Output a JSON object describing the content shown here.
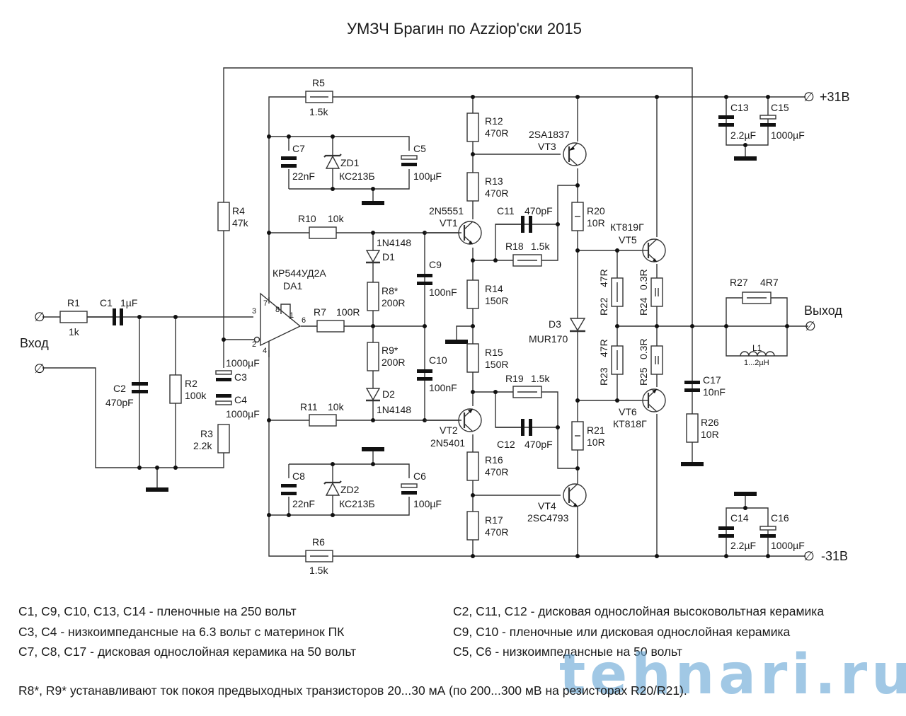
{
  "title": "УМЗЧ  Брагин  по  Azziop'ски  2015",
  "terminals": {
    "input": "Вход",
    "output": "Выход",
    "vplus": "+31В",
    "vminus": "-31В"
  },
  "opamp": {
    "ref": "DA1",
    "part": "КР544УД2А",
    "pins": {
      "p7": "7",
      "p8": "8",
      "p1": "1",
      "p3": "3",
      "p2": "2",
      "p6": "6",
      "p4": "4"
    }
  },
  "resistors": {
    "R1": {
      "ref": "R1",
      "value": "1k"
    },
    "R2": {
      "ref": "R2",
      "value": "100k"
    },
    "R3": {
      "ref": "R3",
      "value": "2.2k"
    },
    "R4": {
      "ref": "R4",
      "value": "47k"
    },
    "R5": {
      "ref": "R5",
      "value": "1.5k"
    },
    "R6": {
      "ref": "R6",
      "value": "1.5k"
    },
    "R7": {
      "ref": "R7",
      "value": "100R"
    },
    "R8": {
      "ref": "R8*",
      "value": "200R"
    },
    "R9": {
      "ref": "R9*",
      "value": "200R"
    },
    "R10": {
      "ref": "R10",
      "value": "10k"
    },
    "R11": {
      "ref": "R11",
      "value": "10k"
    },
    "R12": {
      "ref": "R12",
      "value": "470R"
    },
    "R13": {
      "ref": "R13",
      "value": "470R"
    },
    "R14": {
      "ref": "R14",
      "value": "150R"
    },
    "R15": {
      "ref": "R15",
      "value": "150R"
    },
    "R16": {
      "ref": "R16",
      "value": "470R"
    },
    "R17": {
      "ref": "R17",
      "value": "470R"
    },
    "R18": {
      "ref": "R18",
      "value": "1.5k"
    },
    "R19": {
      "ref": "R19",
      "value": "1.5k"
    },
    "R20": {
      "ref": "R20",
      "value": "10R"
    },
    "R21": {
      "ref": "R21",
      "value": "10R"
    },
    "R22": {
      "ref": "R22",
      "value": "47R"
    },
    "R23": {
      "ref": "R23",
      "value": "47R"
    },
    "R24": {
      "ref": "R24",
      "value": "0.3R"
    },
    "R25": {
      "ref": "R25",
      "value": "0.3R"
    },
    "R26": {
      "ref": "R26",
      "value": "10R"
    },
    "R27": {
      "ref": "R27",
      "value": "4R7"
    }
  },
  "capacitors": {
    "C1": {
      "ref": "C1",
      "value": "1µF"
    },
    "C2": {
      "ref": "C2",
      "value": "470pF"
    },
    "C3": {
      "ref": "C3",
      "value": "1000µF"
    },
    "C4": {
      "ref": "C4",
      "value": "1000µF"
    },
    "C5": {
      "ref": "C5",
      "value": "100µF"
    },
    "C6": {
      "ref": "C6",
      "value": "100µF"
    },
    "C7": {
      "ref": "C7",
      "value": "22nF"
    },
    "C8": {
      "ref": "C8",
      "value": "22nF"
    },
    "C9": {
      "ref": "C9",
      "value": "100nF"
    },
    "C10": {
      "ref": "C10",
      "value": "100nF"
    },
    "C11": {
      "ref": "C11",
      "value": "470pF"
    },
    "C12": {
      "ref": "C12",
      "value": "470pF"
    },
    "C13": {
      "ref": "C13",
      "value": "2.2µF"
    },
    "C14": {
      "ref": "C14",
      "value": "2.2µF"
    },
    "C15": {
      "ref": "C15",
      "value": "1000µF"
    },
    "C16": {
      "ref": "C16",
      "value": "1000µF"
    },
    "C17": {
      "ref": "C17",
      "value": "10nF"
    }
  },
  "diodes": {
    "D1": {
      "ref": "D1",
      "value": "1N4148"
    },
    "D2": {
      "ref": "D2",
      "value": "1N4148"
    },
    "D3": {
      "ref": "D3",
      "value": "MUR170"
    },
    "ZD1": {
      "ref": "ZD1",
      "value": "КС213Б"
    },
    "ZD2": {
      "ref": "ZD2",
      "value": "КС213Б"
    }
  },
  "transistors": {
    "VT1": {
      "ref": "VT1",
      "part": "2N5551"
    },
    "VT2": {
      "ref": "VT2",
      "part": "2N5401"
    },
    "VT3": {
      "ref": "VT3",
      "part": "2SA1837"
    },
    "VT4": {
      "ref": "VT4",
      "part": "2SC4793"
    },
    "VT5": {
      "ref": "VT5",
      "part": "КТ819Г"
    },
    "VT6": {
      "ref": "VT6",
      "part": "КТ818Г"
    }
  },
  "inductors": {
    "L1": {
      "ref": "L1",
      "value": "1...2µH"
    }
  },
  "notes": {
    "left": [
      "C1, C9, C10, C13, C14  -  пленочные на 250 вольт",
      "C3, C4  -  низкоимпедансные на 6.3 вольт с материнок ПК",
      "C7, C8, C17  -  дисковая однослойная керамика на 50 вольт"
    ],
    "right": [
      "C2, C11, C12  -  дисковая однослойная высоковольтная керамика",
      "C9, C10  -  пленочные или дисковая однослойная керамика",
      "C5, C6  -  низкоимпедансные на 50 вольт"
    ],
    "footer": "R8*, R9* устанавливают ток покоя предвыходных транзисторов 20...30 мА (по 200...300 мВ на резисторах R20/R21)."
  },
  "watermark": "tehnari.ru"
}
